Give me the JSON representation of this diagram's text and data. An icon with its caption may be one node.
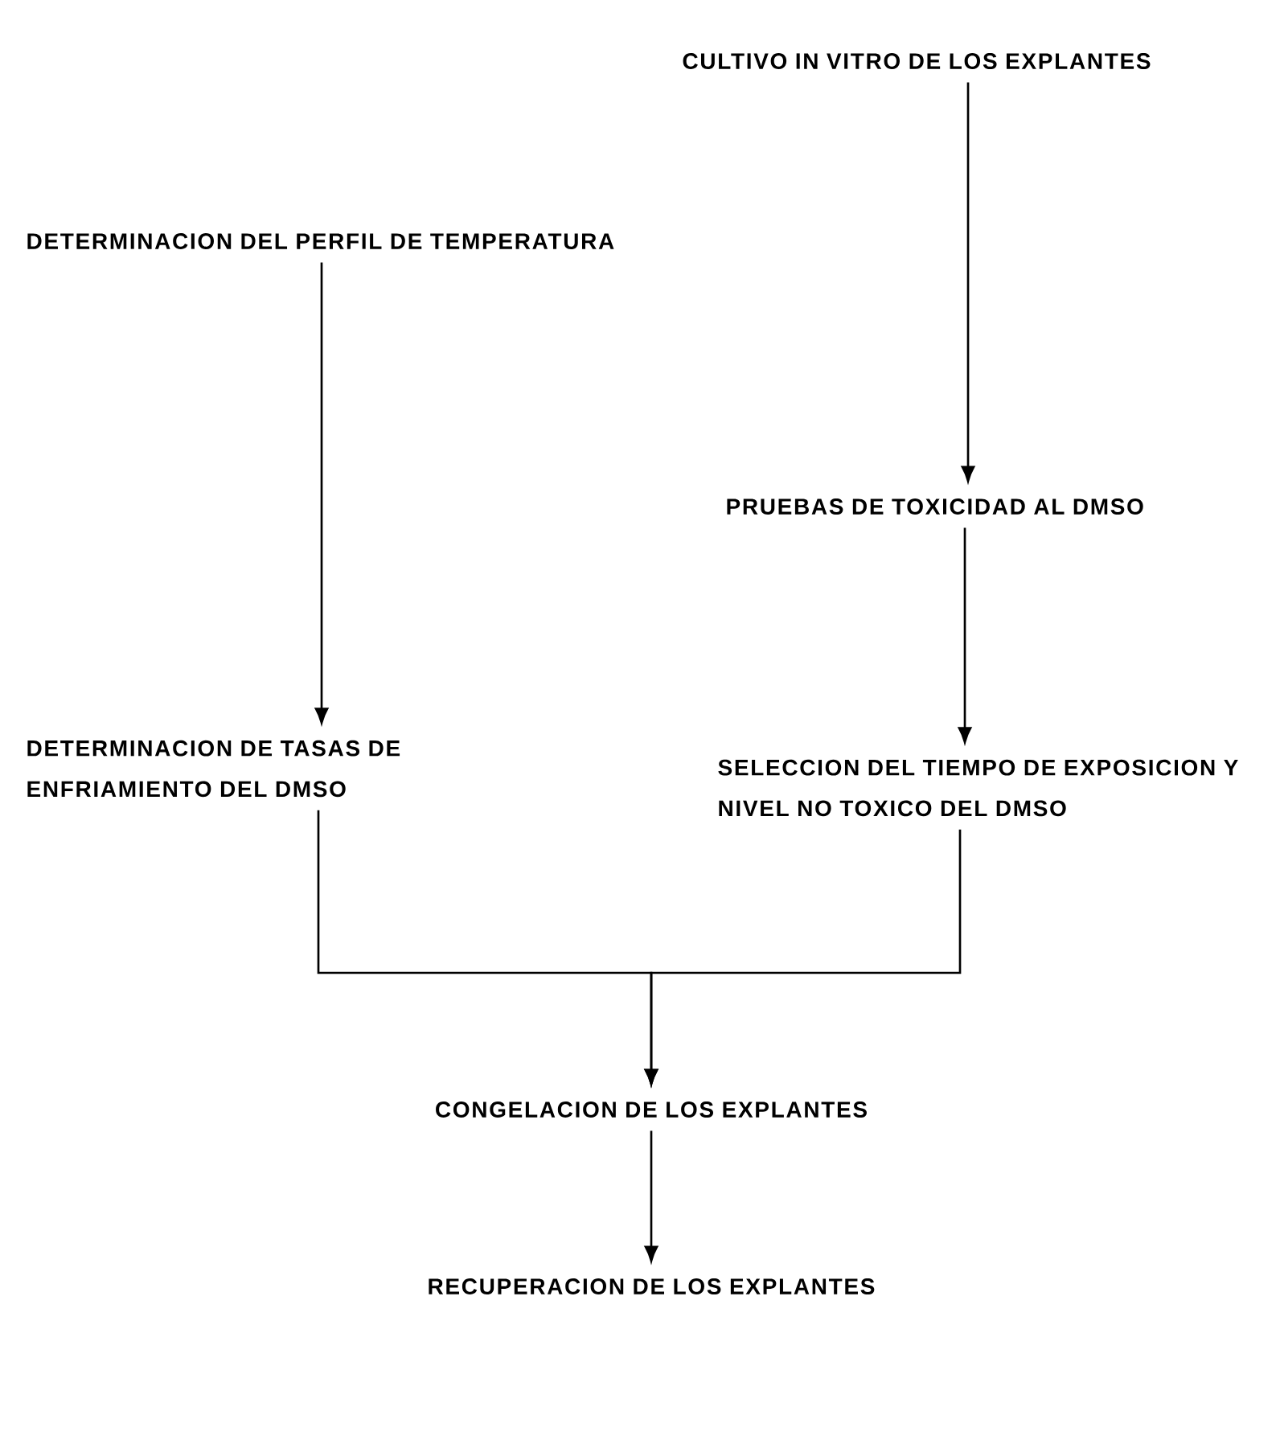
{
  "diagram": {
    "nodes": [
      {
        "text": [
          "CULTIVO IN VITRO DE LOS EXPLANTES"
        ]
      },
      {
        "text": [
          "DETERMINACION DEL PERFIL DE TEMPERATURA"
        ]
      },
      {
        "text": [
          "PRUEBAS DE TOXICIDAD AL DMSO"
        ]
      },
      {
        "text": [
          "DETERMINACION DE TASAS DE ENFRIAMIENTO DEL DMSO"
        ]
      },
      {
        "text": [
          "SELECCION DEL TIEMPO DE EXPOSICION Y NIVEL NO TOXICO DEL DMSO"
        ]
      },
      {
        "text": [
          "CONGELACION DE LOS EXPLANTES"
        ]
      },
      {
        "text": [
          "RECUPERACION DE LOS EXPLANTES"
        ]
      }
    ],
    "edges": [
      {
        "from": 0,
        "to": 2,
        "arrow": "to"
      },
      {
        "from": 1,
        "to": 3,
        "arrow": "to"
      },
      {
        "from": 2,
        "to": 4,
        "arrow": "to"
      },
      {
        "from": 3,
        "to": 5,
        "arrow": "to"
      },
      {
        "from": 4,
        "to": 5,
        "arrow": "to"
      },
      {
        "from": 5,
        "to": 6,
        "arrow": "to"
      }
    ]
  }
}
